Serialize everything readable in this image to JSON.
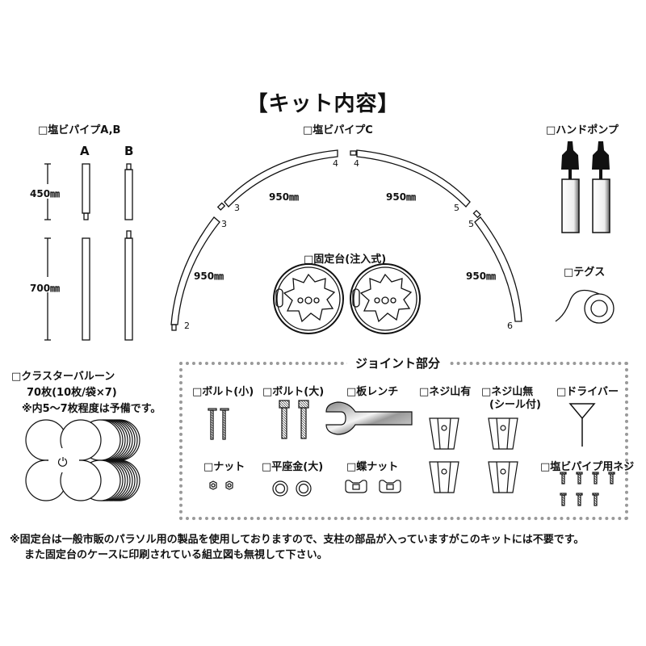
{
  "title": "【キット内容】",
  "pipe_ab": {
    "label": "□塩ビパイプA,B",
    "col_a": "A",
    "col_b": "B",
    "short_length": "450㎜",
    "long_length": "700㎜"
  },
  "pipe_c": {
    "label": "□塩ビパイプC",
    "segment_length": "950㎜",
    "joint_numbers": [
      "2",
      "3",
      "3",
      "4",
      "4",
      "5",
      "5",
      "6"
    ]
  },
  "stand": {
    "label": "□固定台(注入式)"
  },
  "hand_pump": {
    "label": "□ハンドポンプ"
  },
  "tegusu": {
    "label": "□テグス"
  },
  "balloon": {
    "label": "□クラスターバルーン",
    "count": "70枚(10枚/袋×7)",
    "note": "※内5～7枚程度は予備です。"
  },
  "joint_section": {
    "title": "ジョイント部分",
    "items": [
      {
        "label": "□ボルト(小)"
      },
      {
        "label": "□ボルト(大)"
      },
      {
        "label": "□板レンチ"
      },
      {
        "label": "□ネジ山有"
      },
      {
        "label": "□ネジ山無"
      },
      {
        "label": "(シール付)"
      },
      {
        "label": "□ドライバー"
      },
      {
        "label": "□ナット"
      },
      {
        "label": "□平座金(大)"
      },
      {
        "label": "□蝶ナット"
      },
      {
        "label": "□塩ビパイプ用ネジ"
      }
    ]
  },
  "footnote": {
    "line1": "※固定台は一般市販のパラソル用の製品を使用しておりますので、支柱の部品が入っていますがこのキットには不要です。",
    "line2": "また固定台のケースに印刷されている組立図も無視して下さい。"
  }
}
